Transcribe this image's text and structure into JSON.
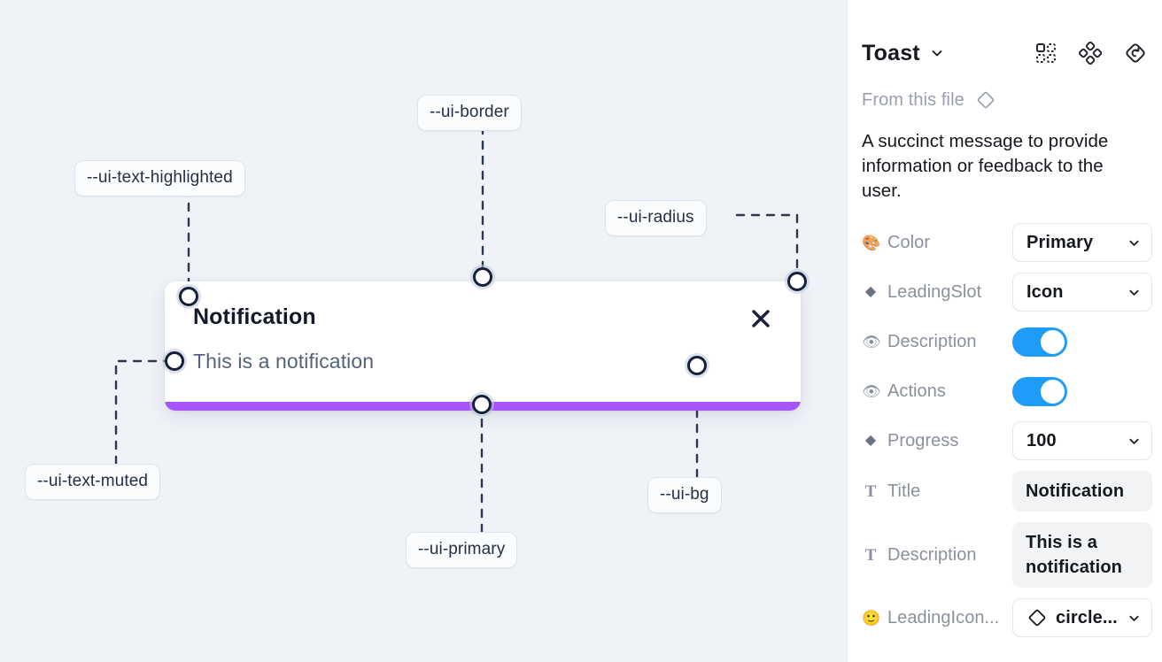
{
  "canvas": {
    "background_color": "#eff2f7",
    "tokens": [
      {
        "id": "ui-text-highlighted",
        "label": "--ui-text-highlighted"
      },
      {
        "id": "ui-border",
        "label": "--ui-border"
      },
      {
        "id": "ui-radius",
        "label": "--ui-radius"
      },
      {
        "id": "ui-text-muted",
        "label": "--ui-text-muted"
      },
      {
        "id": "ui-primary",
        "label": "--ui-primary"
      },
      {
        "id": "ui-bg",
        "label": "--ui-bg"
      }
    ],
    "toast": {
      "title": "Notification",
      "description": "This is a notification",
      "close_label": "✕",
      "progress_color": "#a855f7",
      "background_color": "#ffffff"
    }
  },
  "panel": {
    "title": "Toast",
    "from_file_label": "From this file",
    "component_description": "A succinct message to provide information or feedback to the user.",
    "header_icons": [
      {
        "name": "component-grid-icon"
      },
      {
        "name": "variants-diamond-icon"
      },
      {
        "name": "reset-instance-icon"
      }
    ],
    "properties": [
      {
        "glyph": "🎨",
        "glyph_kind": "emoji",
        "label": "Color",
        "control": "select",
        "value": "Primary",
        "icon": null
      },
      {
        "glyph": "◆",
        "glyph_kind": "diamond",
        "label": "LeadingSlot",
        "control": "select",
        "value": "Icon",
        "icon": null
      },
      {
        "glyph": "👁",
        "glyph_kind": "emoji",
        "label": "Description",
        "control": "toggle",
        "value": "on"
      },
      {
        "glyph": "👁",
        "glyph_kind": "emoji",
        "label": "Actions",
        "control": "toggle",
        "value": "on"
      },
      {
        "glyph": "◆",
        "glyph_kind": "diamond",
        "label": "Progress",
        "control": "select",
        "value": "100",
        "icon": null
      },
      {
        "glyph": "T",
        "glyph_kind": "serif",
        "label": "Title",
        "control": "text",
        "value": "Notification"
      },
      {
        "glyph": "T",
        "glyph_kind": "serif",
        "label": "Description",
        "control": "text",
        "value": "This is a notification"
      },
      {
        "glyph": "🙂",
        "glyph_kind": "emoji",
        "label": "LeadingIcon...",
        "control": "select",
        "value": "circle...",
        "icon": "diamond-outline-icon"
      }
    ]
  },
  "colors": {
    "canvas_bg": "#eff2f7",
    "toggle_on": "#1e9cf7",
    "primary_purple": "#a855f7",
    "pill_border": "#dde3ec",
    "dash_line": "#2c3750"
  }
}
